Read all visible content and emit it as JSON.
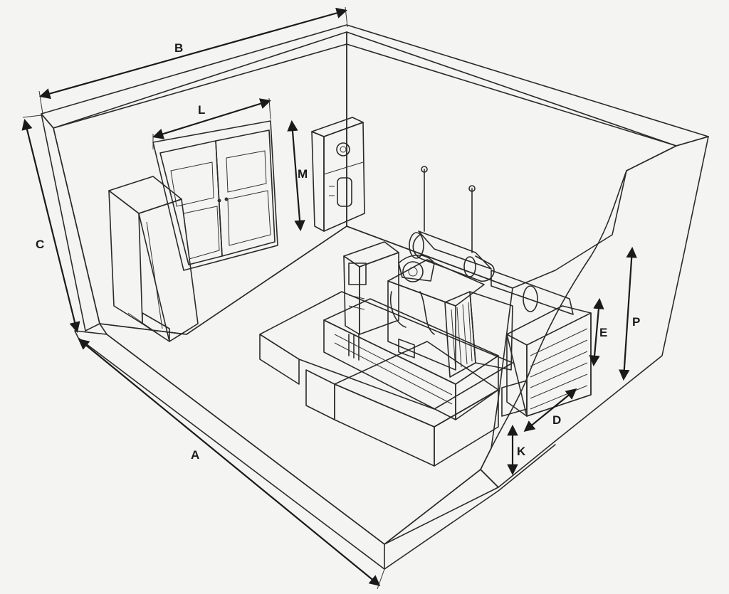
{
  "diagram": {
    "dimension_labels": {
      "A": "A",
      "B": "B",
      "C": "C",
      "L": "L",
      "M": "M",
      "E": "E",
      "P": "P",
      "D": "D",
      "K": "K"
    },
    "colors": {
      "background": "#f4f4f3",
      "back_wall": "#dcdcdc",
      "side_wall": "#f6f6f6",
      "floor": "#f9f9f9",
      "line": "#2a2a2a",
      "mesh": "#6a6a6a"
    },
    "components": [
      "room-walls",
      "floor",
      "double-door-with-louvres",
      "electrical-cabinet",
      "wall-control-box",
      "generator-set",
      "control-panel",
      "exhaust-silencer",
      "radiator-air-outlet-louvre",
      "concrete-plinth"
    ]
  }
}
